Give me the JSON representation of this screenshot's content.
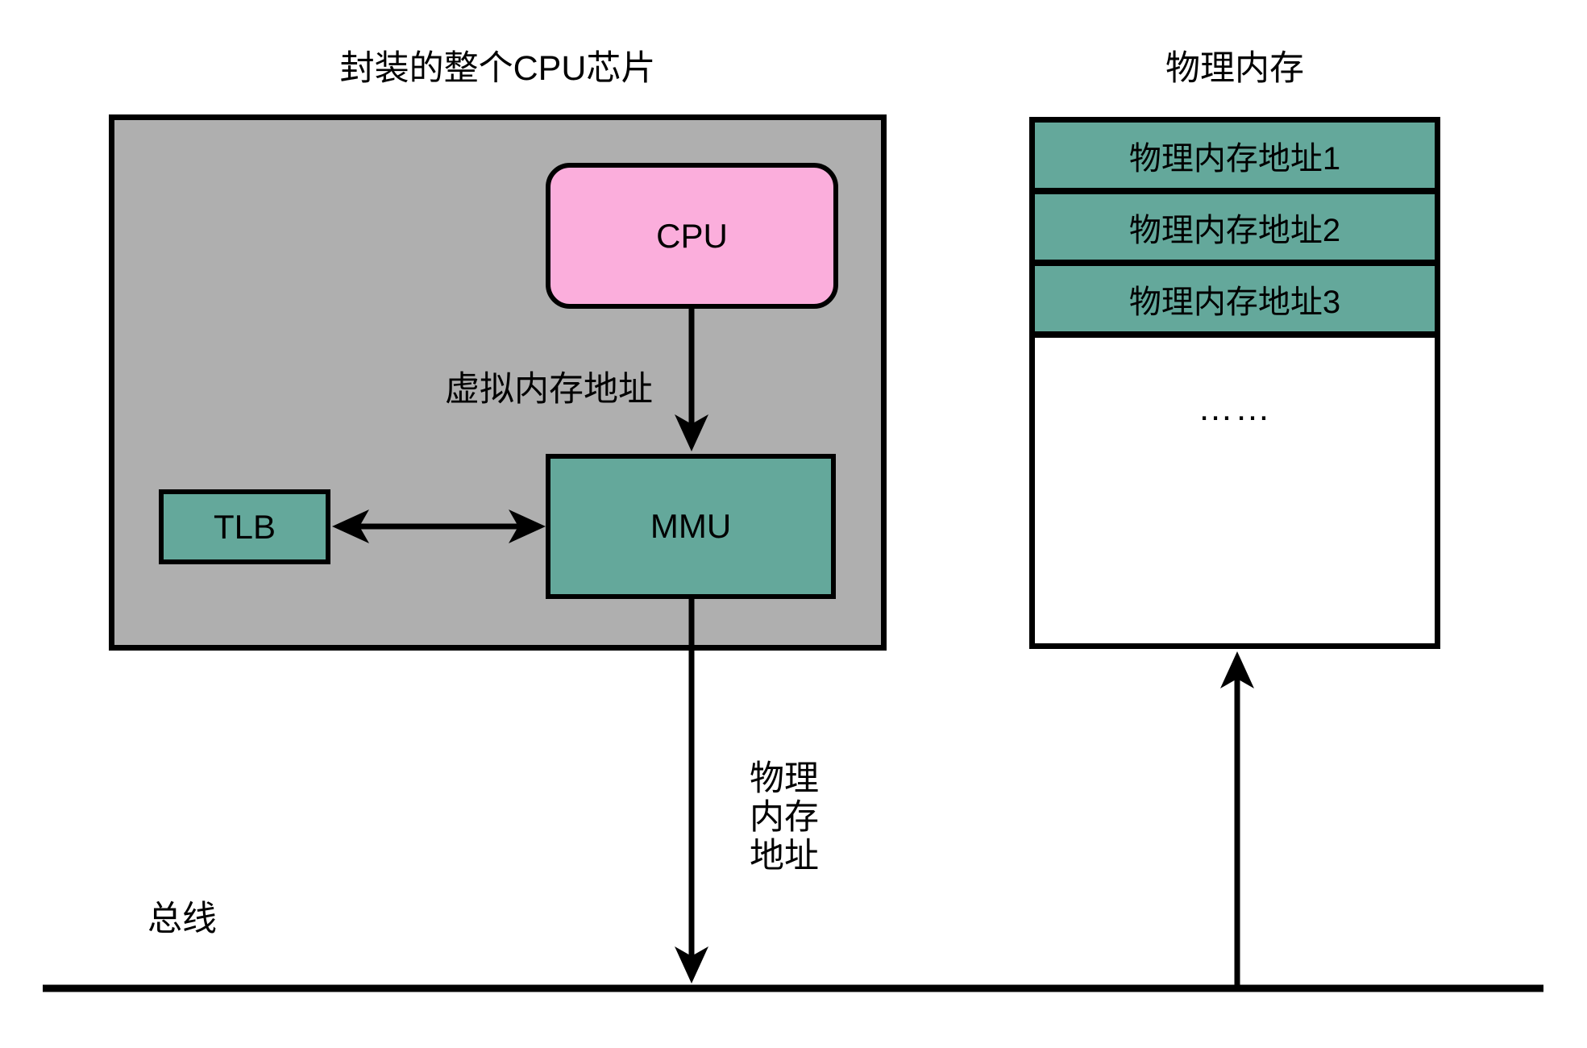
{
  "diagram": {
    "cpu_chip": {
      "title": "封装的整个CPU芯片",
      "cpu_label": "CPU",
      "mmu_label": "MMU",
      "tlb_label": "TLB",
      "virtual_address_label": "虚拟内存地址"
    },
    "memory": {
      "title": "物理内存",
      "rows": [
        "物理内存地址1",
        "物理内存地址2",
        "物理内存地址3"
      ],
      "ellipsis": "……"
    },
    "physical_address_label": "物理\n内存\n地址",
    "bus_label": "总线",
    "colors": {
      "chip_bg": "#AFAFAF",
      "cpu_fill": "#FBAEDC",
      "cell_fill": "#64A89B",
      "line_color": "#000000",
      "canvas_bg": "#FFFFFF"
    }
  }
}
